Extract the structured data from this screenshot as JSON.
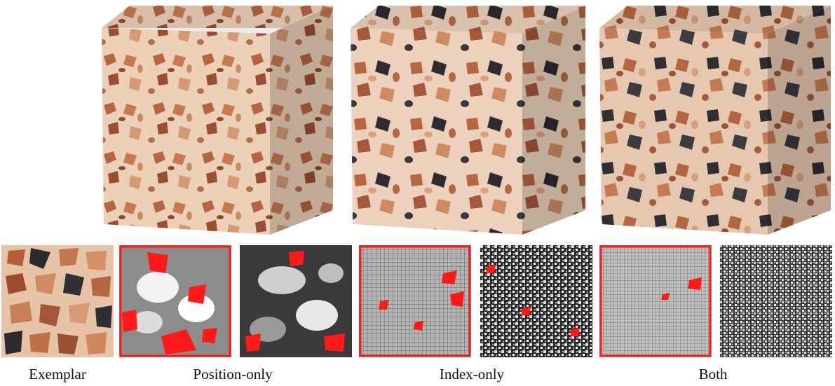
{
  "captions": {
    "exemplar": "Exemplar",
    "position_only": "Position-only",
    "index_only": "Index-only",
    "both": "Both"
  },
  "colors": {
    "stone_base": "#e8c8ae",
    "stone_brown": "#a85a3a",
    "stone_dark": "#2f2f33",
    "highlight_red": "#ff1a1a"
  }
}
